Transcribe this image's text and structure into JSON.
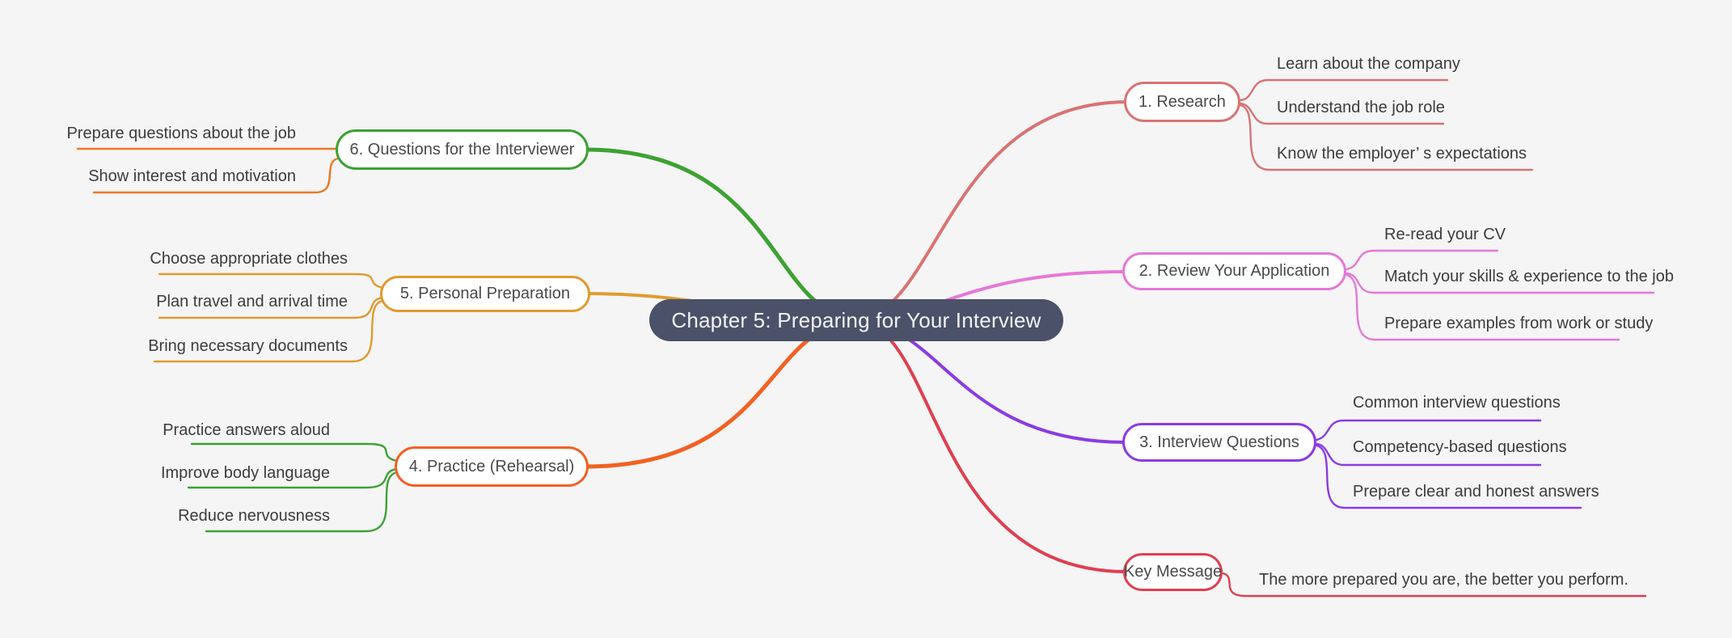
{
  "background": "#f5f5f6",
  "root": {
    "label": "Chapter 5: Preparing for Your Interview",
    "fill": "#4b5168",
    "text_color": "#f2f2f6"
  },
  "branches": [
    {
      "id": "research",
      "label": "1. Research",
      "color": "#d97373",
      "child_line_color": "#d97373",
      "side": "right",
      "children": [
        "Learn about the company",
        "Understand the job role",
        "Know the employer’ s expectations"
      ]
    },
    {
      "id": "review-your-application",
      "label": "2. Review Your Application",
      "color": "#e678d7",
      "child_line_color": "#e678d7",
      "side": "right",
      "children": [
        "Re-read your CV",
        "Match your skills & experience to the job",
        "Prepare examples from work or study"
      ]
    },
    {
      "id": "interview-questions",
      "label": "3. Interview Questions",
      "color": "#8a3be3",
      "child_line_color": "#8a3be3",
      "side": "right",
      "children": [
        "Common interview questions",
        "Competency-based questions",
        "Prepare clear and honest answers"
      ]
    },
    {
      "id": "key-message",
      "label": "Key Message",
      "color": "#df3f4f",
      "child_line_color": "#df3f4f",
      "side": "right",
      "children": [
        "The more prepared you are, the better you perform."
      ]
    },
    {
      "id": "questions-for-the-interviewer",
      "label": "6. Questions for the Interviewer",
      "color": "#3da232",
      "child_line_color": "#ee7722",
      "side": "left",
      "children": [
        "Prepare questions about the job",
        "Show interest and motivation"
      ]
    },
    {
      "id": "personal-preparation",
      "label": "5. Personal Preparation",
      "color": "#e09b2e",
      "child_line_color": "#e09b2e",
      "side": "left",
      "children": [
        "Choose appropriate clothes",
        "Plan travel and arrival time",
        "Bring necessary documents"
      ]
    },
    {
      "id": "practice-rehearsal",
      "label": "4. Practice (Rehearsal)",
      "color": "#f26122",
      "child_line_color": "#3da232",
      "side": "left",
      "children": [
        "Practice answers aloud",
        "Improve body language",
        "Reduce nervousness"
      ]
    }
  ]
}
